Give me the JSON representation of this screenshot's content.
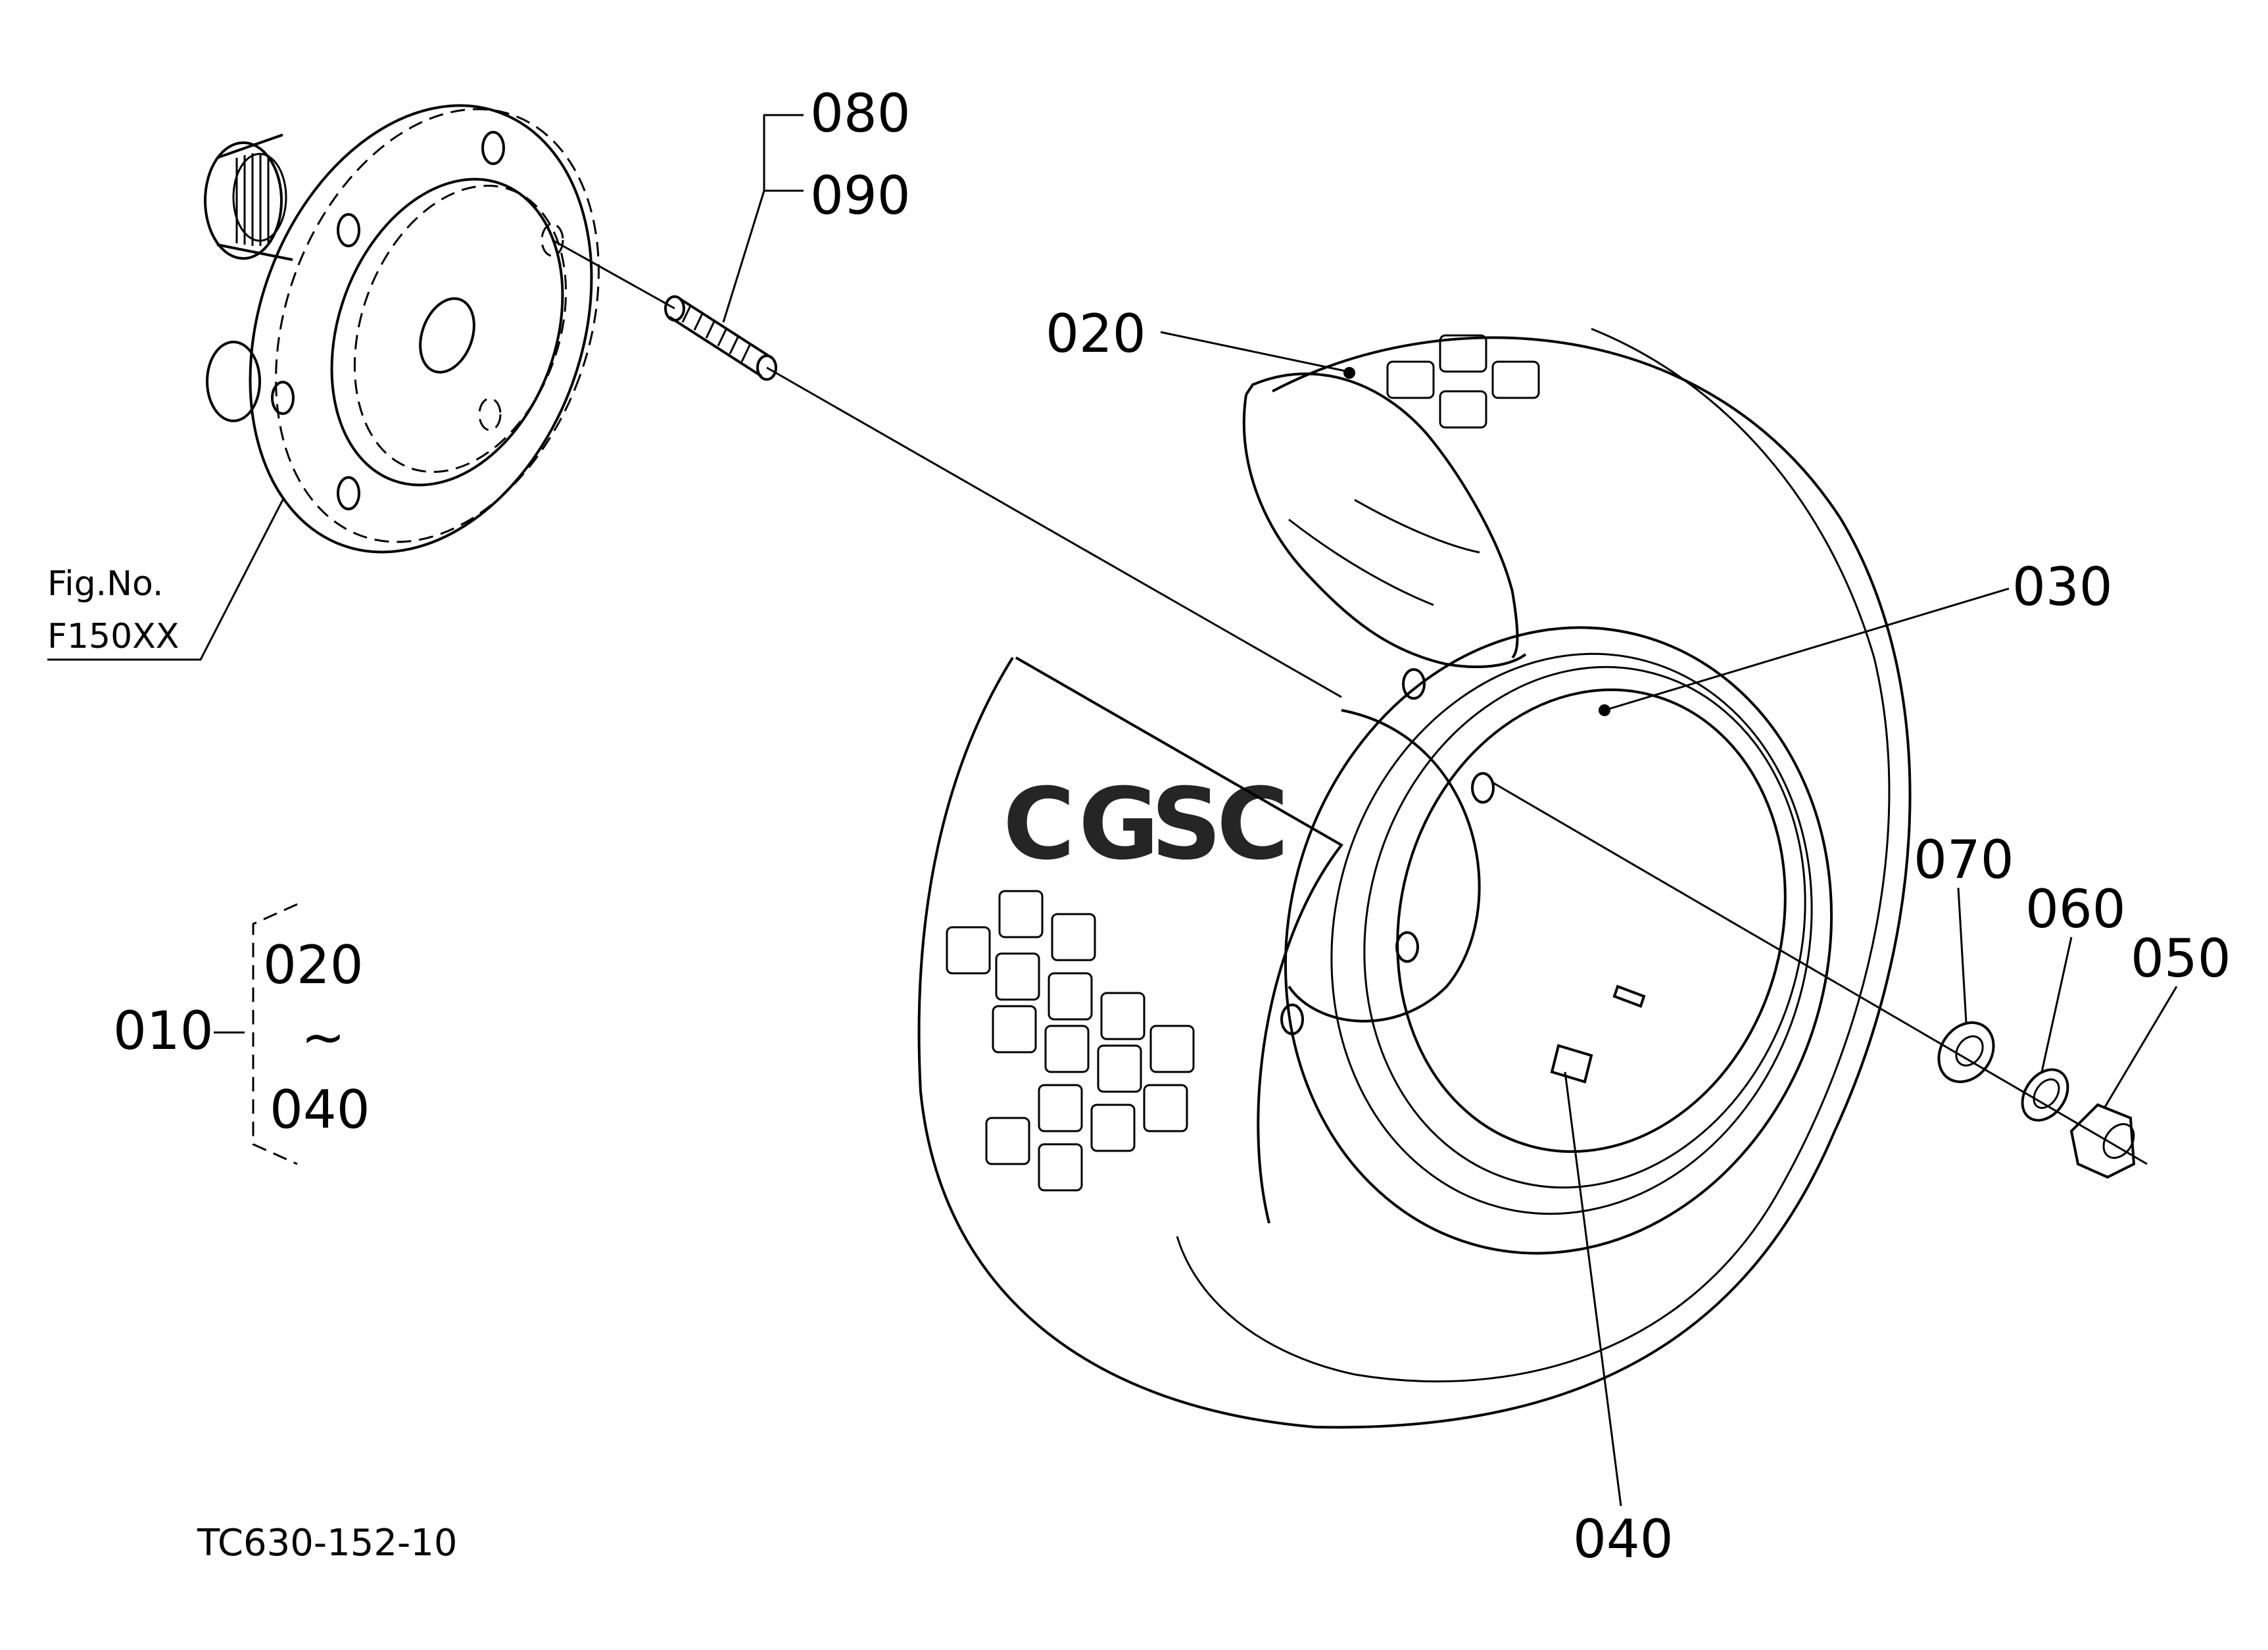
{
  "diagram": {
    "drawing_number": "TC630-152-10",
    "figure_reference": {
      "line1": "Fig.No.",
      "line2": "F150XX"
    },
    "callouts": {
      "c080": "080",
      "c090": "090",
      "c020": "020",
      "c030": "030",
      "c040": "040",
      "c050": "050",
      "c060": "060",
      "c070": "070"
    },
    "assembly_group": {
      "parent": "010",
      "range_start": "020",
      "range_symbol": "~",
      "range_end": "040"
    },
    "watermark": {
      "letters": [
        "C",
        "G",
        "S",
        "C"
      ],
      "colors": [
        "#4285F4",
        "#EA4335",
        "#FBBC05",
        "#34A853"
      ]
    }
  }
}
